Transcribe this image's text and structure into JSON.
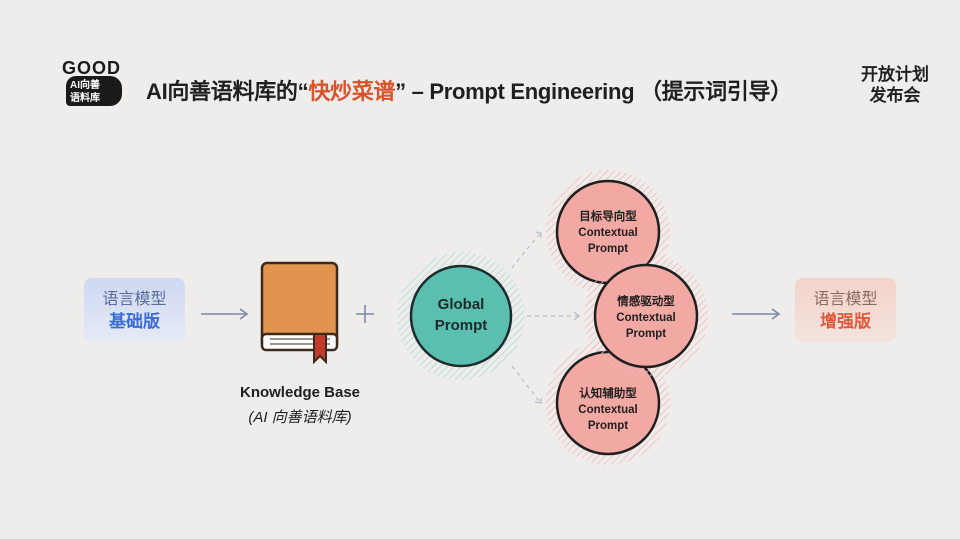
{
  "logo": {
    "top": "GOOD",
    "line1": "AI向善",
    "line2": "语料库"
  },
  "title": {
    "part1": "AI向善语料库的“",
    "highlight": "快炒菜谱",
    "part2": "” – Prompt Engineering （提示词引导）"
  },
  "corner": {
    "line1": "开放计划",
    "line2": "发布会"
  },
  "base_model": {
    "line1": "语言模型",
    "line2": "基础版"
  },
  "enhanced_model": {
    "line1": "语言模型",
    "line2": "增强版"
  },
  "knowledge_base": {
    "line1": "Knowledge Base",
    "line2": "(AI 向善语料库)"
  },
  "global_prompt": {
    "line1": "Global",
    "line2": "Prompt"
  },
  "contextual_prompts": [
    {
      "line1": "目标导向型",
      "line2": "Contextual",
      "line3": "Prompt"
    },
    {
      "line1": "情感驱动型",
      "line2": "Contextual",
      "line3": "Prompt"
    },
    {
      "line1": "认知辅助型",
      "line2": "Contextual",
      "line3": "Prompt"
    }
  ],
  "colors": {
    "accent_title": "#d9532b",
    "teal_circle": "#5bbfb0",
    "pink_circle": "#f2a8a3",
    "book_cover": "#e1944d",
    "arrow": "#7c87a8"
  },
  "icons": {
    "book": "book-icon",
    "arrow": "arrow-right-icon",
    "plus": "plus-icon"
  }
}
